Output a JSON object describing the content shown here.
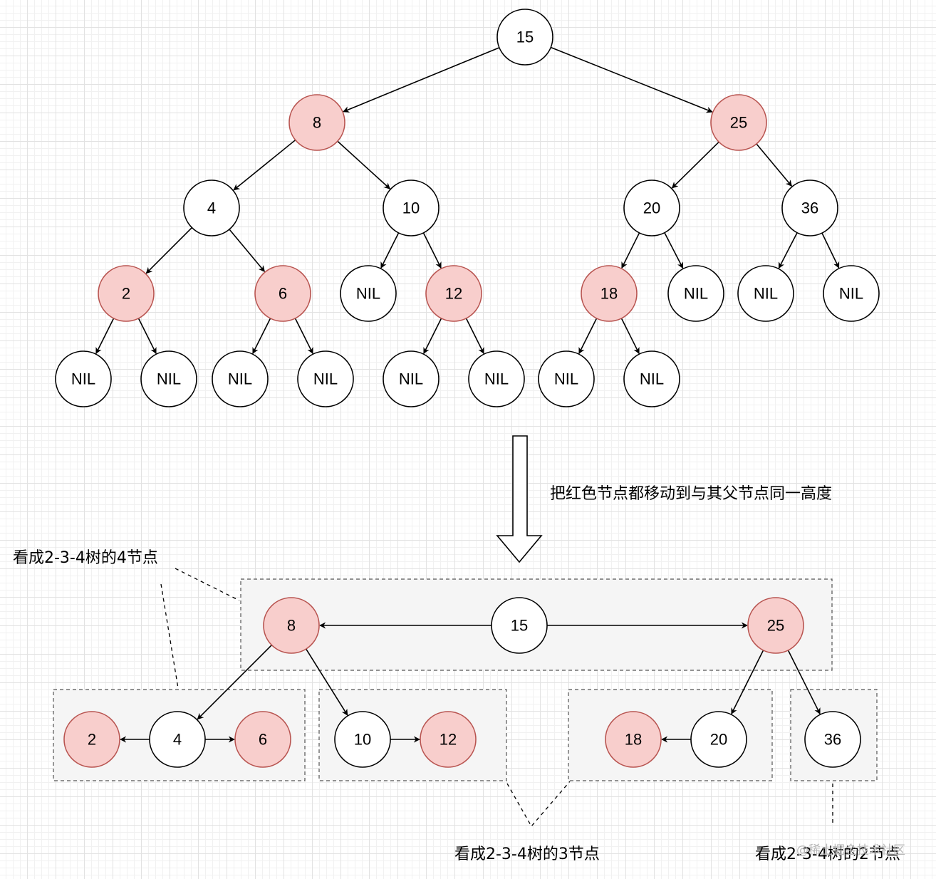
{
  "colors": {
    "red_fill": "#f8cecc",
    "red_stroke": "#b85450",
    "black_fill": "#ffffff",
    "black_stroke": "#000000"
  },
  "tree_nodes": [
    {
      "id": "n15",
      "label": "15",
      "color": "black"
    },
    {
      "id": "n8",
      "label": "8",
      "color": "red"
    },
    {
      "id": "n25",
      "label": "25",
      "color": "red"
    },
    {
      "id": "n4",
      "label": "4",
      "color": "black"
    },
    {
      "id": "n10",
      "label": "10",
      "color": "black"
    },
    {
      "id": "n20",
      "label": "20",
      "color": "black"
    },
    {
      "id": "n36",
      "label": "36",
      "color": "black"
    },
    {
      "id": "n2",
      "label": "2",
      "color": "red"
    },
    {
      "id": "n6",
      "label": "6",
      "color": "red"
    },
    {
      "id": "nil_a",
      "label": "NIL",
      "color": "black"
    },
    {
      "id": "n12",
      "label": "12",
      "color": "red"
    },
    {
      "id": "n18",
      "label": "18",
      "color": "red"
    },
    {
      "id": "nil_b",
      "label": "NIL",
      "color": "black"
    },
    {
      "id": "nil_c",
      "label": "NIL",
      "color": "black"
    },
    {
      "id": "nil_d",
      "label": "NIL",
      "color": "black"
    },
    {
      "id": "nil_e",
      "label": "NIL",
      "color": "black"
    },
    {
      "id": "nil_f",
      "label": "NIL",
      "color": "black"
    },
    {
      "id": "nil_g",
      "label": "NIL",
      "color": "black"
    },
    {
      "id": "nil_h",
      "label": "NIL",
      "color": "black"
    },
    {
      "id": "nil_i",
      "label": "NIL",
      "color": "black"
    },
    {
      "id": "nil_j",
      "label": "NIL",
      "color": "black"
    },
    {
      "id": "nil_k",
      "label": "NIL",
      "color": "black"
    },
    {
      "id": "nil_l",
      "label": "NIL",
      "color": "black"
    }
  ],
  "tree_edges": [
    [
      "n15",
      "n8"
    ],
    [
      "n15",
      "n25"
    ],
    [
      "n8",
      "n4"
    ],
    [
      "n8",
      "n10"
    ],
    [
      "n25",
      "n20"
    ],
    [
      "n25",
      "n36"
    ],
    [
      "n4",
      "n2"
    ],
    [
      "n4",
      "n6"
    ],
    [
      "n10",
      "nil_a"
    ],
    [
      "n10",
      "n12"
    ],
    [
      "n20",
      "n18"
    ],
    [
      "n20",
      "nil_b"
    ],
    [
      "n36",
      "nil_c"
    ],
    [
      "n36",
      "nil_d"
    ],
    [
      "n2",
      "nil_e"
    ],
    [
      "n2",
      "nil_f"
    ],
    [
      "n6",
      "nil_g"
    ],
    [
      "n6",
      "nil_h"
    ],
    [
      "n12",
      "nil_i"
    ],
    [
      "n12",
      "nil_j"
    ],
    [
      "n18",
      "nil_k"
    ],
    [
      "n18",
      "nil_l"
    ]
  ],
  "transform_label": "把红色节点都移动到与其父节点同一高度",
  "btree_nodes": [
    {
      "id": "b15",
      "label": "15",
      "color": "black"
    },
    {
      "id": "b8",
      "label": "8",
      "color": "red"
    },
    {
      "id": "b25",
      "label": "25",
      "color": "red"
    },
    {
      "id": "b2",
      "label": "2",
      "color": "red"
    },
    {
      "id": "b4",
      "label": "4",
      "color": "black"
    },
    {
      "id": "b6",
      "label": "6",
      "color": "red"
    },
    {
      "id": "b10",
      "label": "10",
      "color": "black"
    },
    {
      "id": "b12",
      "label": "12",
      "color": "red"
    },
    {
      "id": "b18",
      "label": "18",
      "color": "red"
    },
    {
      "id": "b20",
      "label": "20",
      "color": "black"
    },
    {
      "id": "b36",
      "label": "36",
      "color": "black"
    }
  ],
  "btree_edges": [
    [
      "b15",
      "b8"
    ],
    [
      "b15",
      "b25"
    ],
    [
      "b8",
      "b4"
    ],
    [
      "b8",
      "b10"
    ],
    [
      "b25",
      "b20"
    ],
    [
      "b25",
      "b36"
    ],
    [
      "b4",
      "b2"
    ],
    [
      "b4",
      "b6"
    ],
    [
      "b10",
      "b12"
    ],
    [
      "b20",
      "b18"
    ]
  ],
  "annotations": {
    "four_node": "看成2-3-4树的4节点",
    "three_node": "看成2-3-4树的3节点",
    "two_node": "看成2-3-4树的2节点"
  },
  "watermark": "@稀土掘金技术社区"
}
